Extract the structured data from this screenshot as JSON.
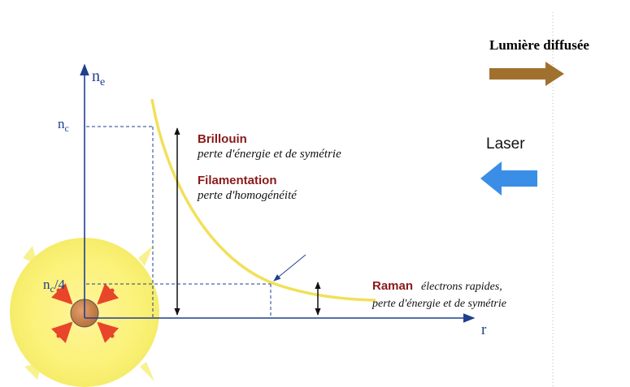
{
  "title": "Lumière diffusée",
  "axes": {
    "y_label": "n",
    "y_sub": "e",
    "x_label": "r"
  },
  "ticks": {
    "nc": {
      "main": "n",
      "sub": "c",
      "suffix": ""
    },
    "nc4": {
      "main": "n",
      "sub": "c",
      "suffix": "/4"
    }
  },
  "laser_label": "Laser",
  "annotations": {
    "brillouin_title": "Brillouin",
    "brillouin_desc": "perte d'énergie et de symétrie",
    "filamentation_title": "Filamentation",
    "filamentation_desc": "perte d'homogénéité",
    "raman_title": "Raman",
    "raman_desc1": "électrons rapides,",
    "raman_desc2": "perte d'énergie et de symétrie"
  },
  "colors": {
    "axis": "#1f3f8f",
    "annotation_title": "#8b1a1a",
    "scattered_arrow": "#a0712e",
    "laser_arrow": "#3a8ee6",
    "curve": "#f1e05a",
    "target_glow": "#fbf27a",
    "target_core": "#c8814a"
  },
  "icons": {
    "scattered_arrow": "right-arrow-icon",
    "laser_arrow": "left-arrow-icon"
  }
}
